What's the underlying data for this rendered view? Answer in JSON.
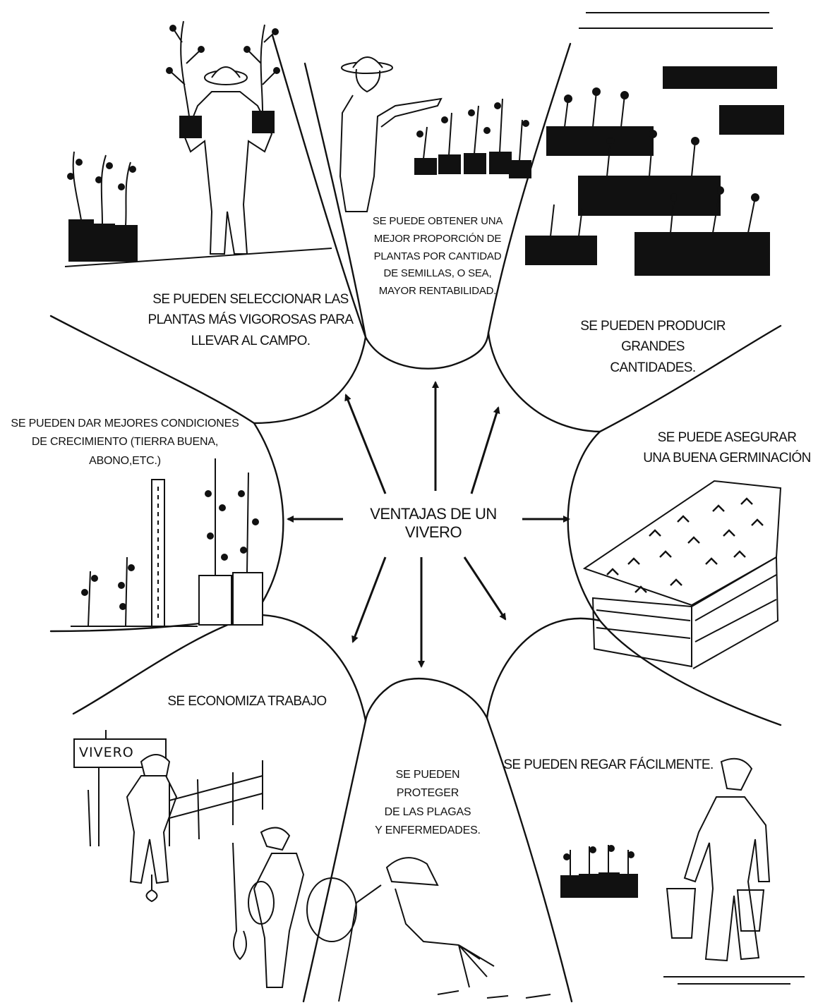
{
  "center_label": "VENTAJAS DE UN VIVERO",
  "advantages": [
    {
      "id": "seleccionar",
      "text": "SE PUEDEN SELECCIONAR LAS\nPLANTAS MÁS VIGOROSAS PARA\nLLEVAR AL CAMPO.",
      "illustration": "farmer-carrying-plants"
    },
    {
      "id": "proporcion",
      "text": "SE PUEDE OBTENER UNA\nMEJOR PROPORCIÓN DE\nPLANTAS POR CANTIDAD\nDE SEMILLAS, O SEA,\nMAYOR RENTABILIDAD.",
      "illustration": "farmer-pointing-at-seedlings"
    },
    {
      "id": "cantidades",
      "text": "SE PUEDEN PRODUCIR GRANDES\nCANTIDADES.",
      "illustration": "rows-of-potted-seedlings"
    },
    {
      "id": "germinacion",
      "text": "SE PUEDE ASEGURAR\nUNA BUENA GERMINACIÓN",
      "illustration": "raised-seedbed"
    },
    {
      "id": "regar",
      "text": "SE PUEDEN REGAR FÁCILMENTE.",
      "illustration": "person-carrying-buckets"
    },
    {
      "id": "plagas",
      "text": "SE PUEDEN PROTEGER\nDE LAS PLAGAS\nY ENFERMEDADES.",
      "illustration": "person-spraying-plants"
    },
    {
      "id": "trabajo",
      "text": "SE ECONOMIZA TRABAJO",
      "illustration": "workers-at-nursery-gate"
    },
    {
      "id": "condiciones",
      "text": "SE PUEDEN DAR MEJORES CONDICIONES\nDE CRECIMIENTO (TIERRA BUENA, ABONO,ETC.)",
      "illustration": "plants-in-bags-vs-ground"
    }
  ],
  "sign_text": "VIVERO",
  "colors": {
    "ink": "#111111",
    "paper": "#ffffff"
  }
}
